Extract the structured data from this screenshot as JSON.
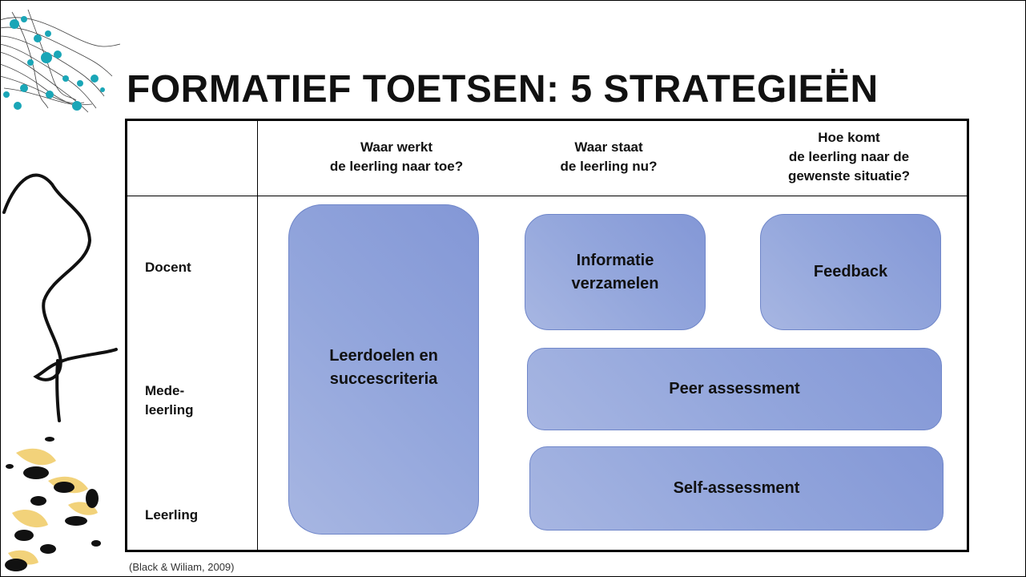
{
  "slide": {
    "title": "FORMATIEF TOETSEN: 5 STRATEGIEËN",
    "citation": "(Black & Wiliam, 2009)"
  },
  "columns": [
    {
      "lines": [
        "Waar werkt",
        "de leerling naar toe?"
      ]
    },
    {
      "lines": [
        "Waar staat",
        "de leerling nu?"
      ]
    },
    {
      "lines": [
        "Hoe komt",
        "de leerling naar de",
        "gewenste situatie?"
      ]
    }
  ],
  "rows": [
    {
      "lines": [
        "Docent"
      ]
    },
    {
      "lines": [
        "Mede-",
        "leerling"
      ]
    },
    {
      "lines": [
        "Leerling"
      ]
    }
  ],
  "strategies": [
    {
      "lines": [
        "Leerdoelen en",
        "succescriteria"
      ]
    },
    {
      "lines": [
        "Informatie",
        "verzamelen"
      ]
    },
    {
      "lines": [
        "Feedback"
      ]
    },
    {
      "lines": [
        "Peer assessment"
      ]
    },
    {
      "lines": [
        "Self-assessment"
      ]
    }
  ],
  "colors": {
    "box_fill_light": "#a7b6e2",
    "box_fill_dark": "#8397d6",
    "box_border": "#6f86c9",
    "deco_teal": "#1aa6b7",
    "deco_yellow": "#f2d27a"
  }
}
